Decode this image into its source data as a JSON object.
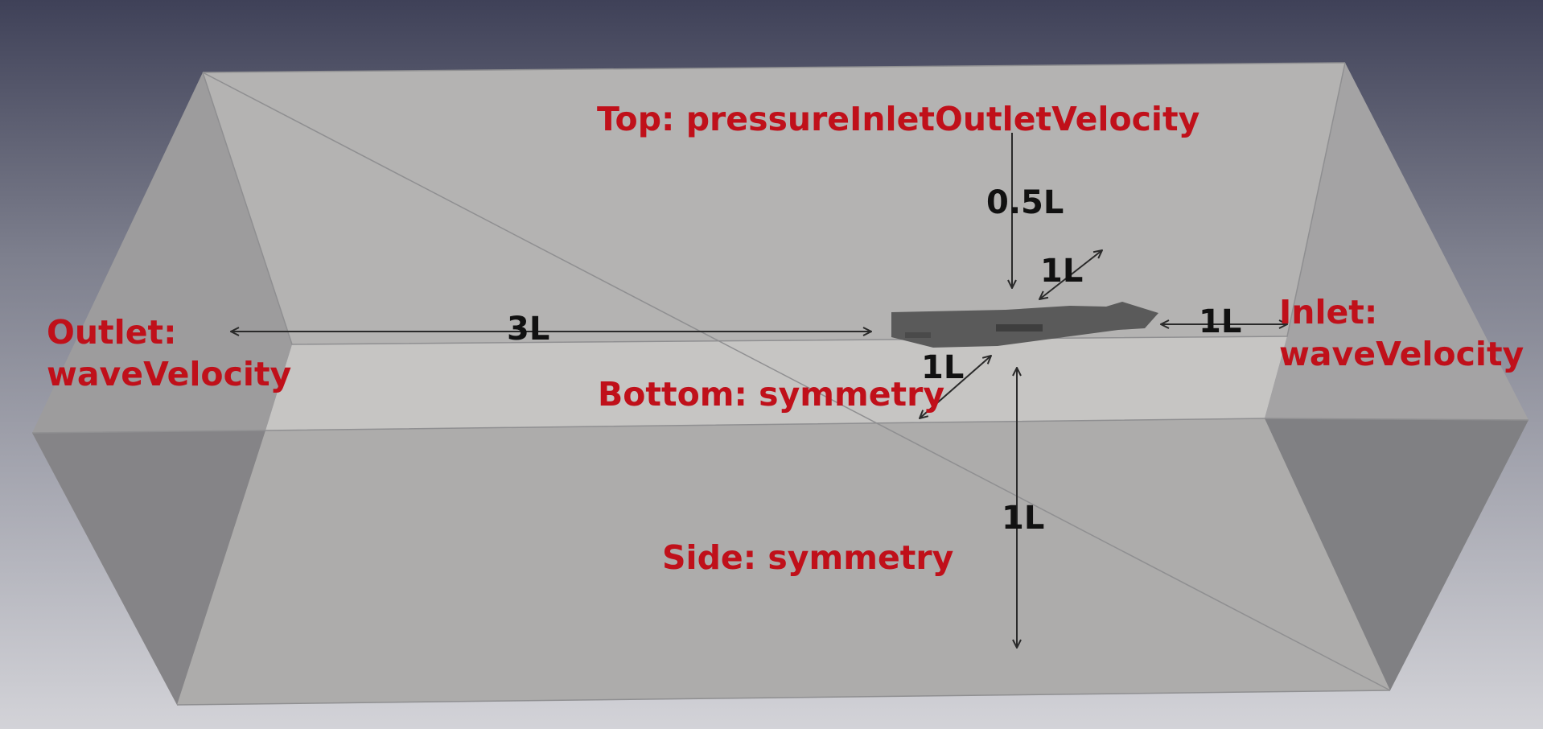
{
  "labels": {
    "top": "Top: pressureInletOutletVelocity",
    "outlet_line1": "Outlet:",
    "outlet_line2": "waveVelocity",
    "inlet_line1": "Inlet:",
    "inlet_line2": "waveVelocity",
    "bottom": "Bottom: symmetry",
    "side": "Side: symmetry"
  },
  "dimensions": {
    "top_clearance": "0.5L",
    "width_back": "1L",
    "upstream": "3L",
    "downstream": "1L",
    "width_front": "1L",
    "depth": "1L"
  },
  "colors": {
    "label_red": "#c0101a",
    "dimension_text": "#111111",
    "background_top": "#3f4158",
    "background_bottom": "#d3d3d8",
    "hull": "#5a5a5a"
  }
}
